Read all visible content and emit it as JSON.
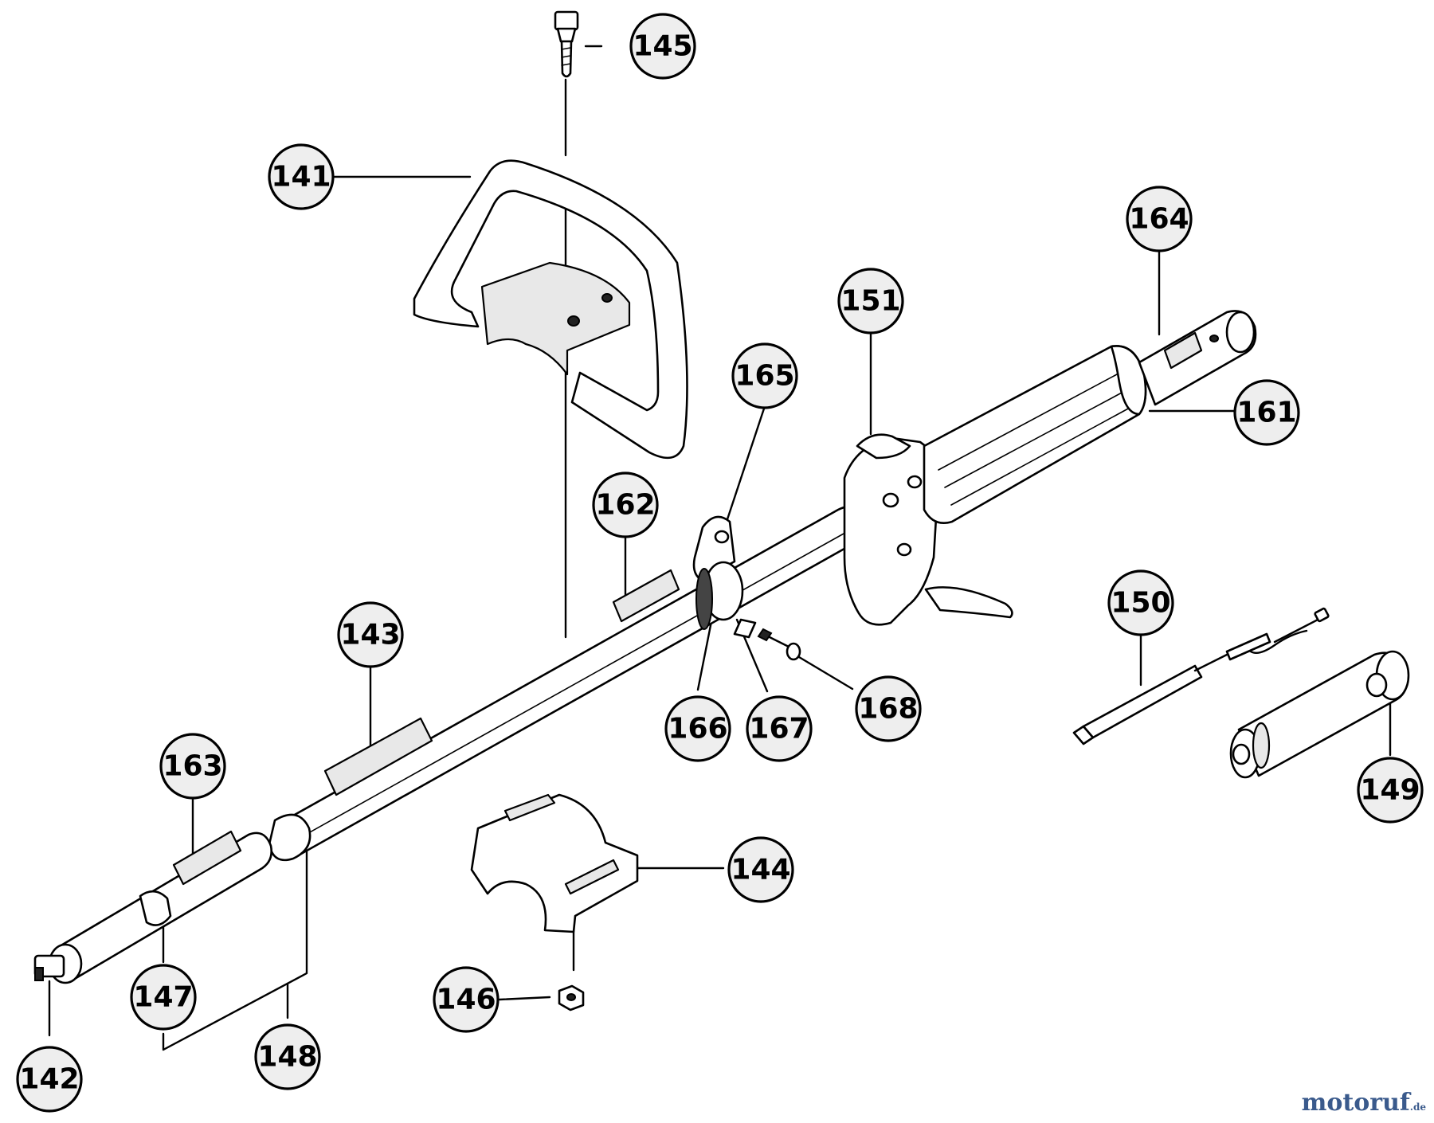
{
  "callouts": [
    {
      "id": "141",
      "label": "141"
    },
    {
      "id": "142",
      "label": "142"
    },
    {
      "id": "143",
      "label": "143"
    },
    {
      "id": "144",
      "label": "144"
    },
    {
      "id": "145",
      "label": "145"
    },
    {
      "id": "146",
      "label": "146"
    },
    {
      "id": "147",
      "label": "147"
    },
    {
      "id": "148",
      "label": "148"
    },
    {
      "id": "149",
      "label": "149"
    },
    {
      "id": "150",
      "label": "150"
    },
    {
      "id": "151",
      "label": "151"
    },
    {
      "id": "161",
      "label": "161"
    },
    {
      "id": "162",
      "label": "162"
    },
    {
      "id": "163",
      "label": "163"
    },
    {
      "id": "164",
      "label": "164"
    },
    {
      "id": "165",
      "label": "165"
    },
    {
      "id": "166",
      "label": "166"
    },
    {
      "id": "167",
      "label": "167"
    },
    {
      "id": "168",
      "label": "168"
    }
  ],
  "watermark": {
    "text": "motoruf",
    "suffix": ".de"
  }
}
